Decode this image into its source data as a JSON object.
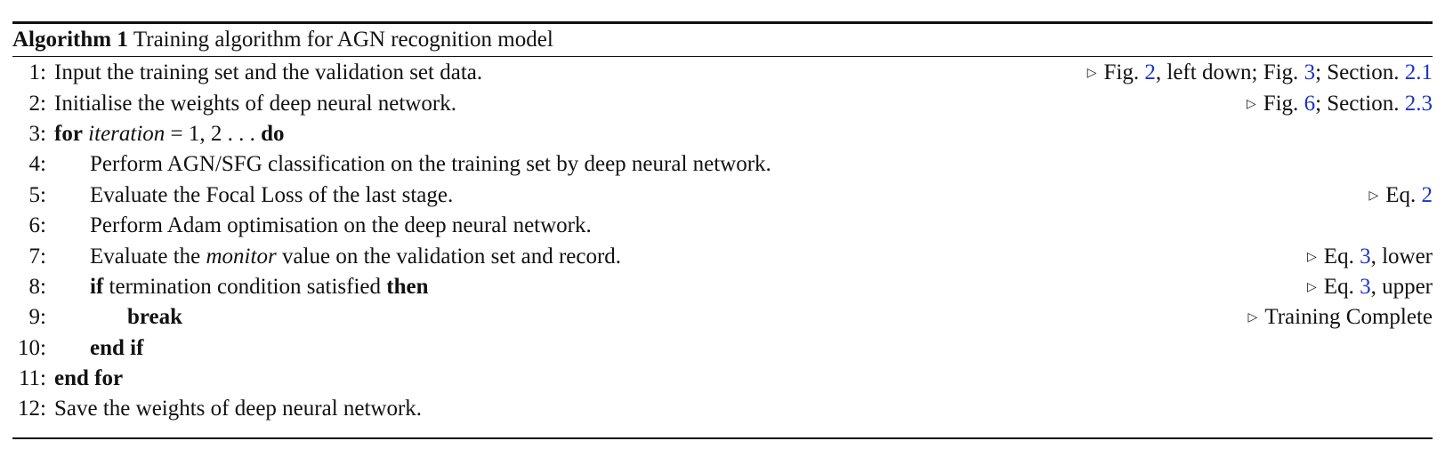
{
  "algorithm": {
    "label": "Algorithm 1",
    "title": "Training algorithm for AGN recognition model"
  },
  "lines": [
    {
      "num": "1:",
      "indent": 0,
      "parts": [
        {
          "t": "Input the training set and the validation set data."
        }
      ],
      "comment": [
        {
          "t": "Fig. "
        },
        {
          "t": "2",
          "c": "ref"
        },
        {
          "t": ", left down; Fig. "
        },
        {
          "t": "3",
          "c": "ref"
        },
        {
          "t": "; Section. "
        },
        {
          "t": "2.1",
          "c": "ref"
        }
      ]
    },
    {
      "num": "2:",
      "indent": 0,
      "parts": [
        {
          "t": "Initialise the weights of deep neural network."
        }
      ],
      "comment": [
        {
          "t": "Fig. "
        },
        {
          "t": "6",
          "c": "ref"
        },
        {
          "t": "; Section. "
        },
        {
          "t": "2.3",
          "c": "ref"
        }
      ]
    },
    {
      "num": "3:",
      "indent": 0,
      "parts": [
        {
          "t": "for",
          "c": "kw"
        },
        {
          "t": " "
        },
        {
          "t": "iteration",
          "c": "it"
        },
        {
          "t": " = 1, 2 . . . "
        },
        {
          "t": "do",
          "c": "kw"
        }
      ],
      "comment": []
    },
    {
      "num": "4:",
      "indent": 1,
      "parts": [
        {
          "t": "Perform AGN/SFG classification on the training set by deep neural network."
        }
      ],
      "comment": []
    },
    {
      "num": "5:",
      "indent": 1,
      "parts": [
        {
          "t": "Evaluate the Focal Loss of the last stage."
        }
      ],
      "comment": [
        {
          "t": "Eq. "
        },
        {
          "t": "2",
          "c": "ref"
        }
      ]
    },
    {
      "num": "6:",
      "indent": 1,
      "parts": [
        {
          "t": "Perform Adam optimisation on the deep neural network."
        }
      ],
      "comment": []
    },
    {
      "num": "7:",
      "indent": 1,
      "parts": [
        {
          "t": "Evaluate the "
        },
        {
          "t": "monitor",
          "c": "it"
        },
        {
          "t": " value on the validation set and record."
        }
      ],
      "comment": [
        {
          "t": "Eq. "
        },
        {
          "t": "3",
          "c": "ref"
        },
        {
          "t": ", lower"
        }
      ]
    },
    {
      "num": "8:",
      "indent": 1,
      "parts": [
        {
          "t": "if",
          "c": "kw"
        },
        {
          "t": " termination condition satisfied "
        },
        {
          "t": "then",
          "c": "kw"
        }
      ],
      "comment": [
        {
          "t": "Eq. "
        },
        {
          "t": "3",
          "c": "ref"
        },
        {
          "t": ", upper"
        }
      ]
    },
    {
      "num": "9:",
      "indent": 2,
      "parts": [
        {
          "t": "break",
          "c": "kw"
        }
      ],
      "comment": [
        {
          "t": "Training Complete"
        }
      ]
    },
    {
      "num": "10:",
      "indent": 1,
      "parts": [
        {
          "t": "end if",
          "c": "kw"
        }
      ],
      "comment": []
    },
    {
      "num": "11:",
      "indent": 0,
      "parts": [
        {
          "t": "end for",
          "c": "kw"
        }
      ],
      "comment": []
    },
    {
      "num": "12:",
      "indent": 0,
      "parts": [
        {
          "t": "Save the weights of deep neural network."
        }
      ],
      "comment": []
    }
  ]
}
